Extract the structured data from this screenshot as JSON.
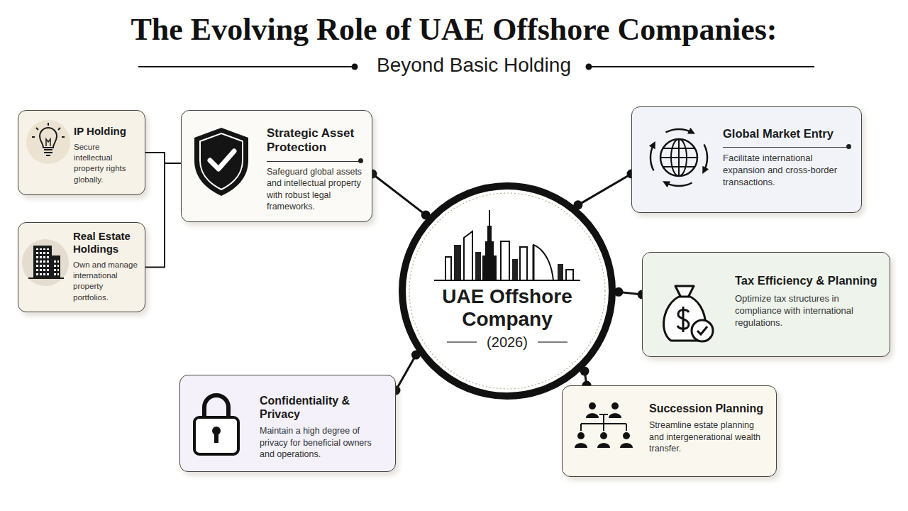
{
  "diagram": {
    "title": "The Evolving Role of UAE Offshore Companies:",
    "nodes": [
      {
        "text": [
          "IP Holding",
          "Secure intellectual property rights globally."
        ]
      },
      {
        "text": [
          "Strategic Asset Protection",
          "Safeguard global assets and intellectual property with robust legal frameworks."
        ]
      },
      {
        "text": [
          "Global Market Entry",
          "Facilitate international expansion and cross-border transactions."
        ]
      },
      {
        "text": [
          "Real Estate Holdings",
          "Own and manage international property portfolios."
        ]
      },
      {
        "text": [
          "UAE Offshore Company",
          "(2026)"
        ]
      },
      {
        "text": [
          "Tax Efficiency & Planning",
          "Optimize tax structures in compliance with international regulations."
        ]
      },
      {
        "text": [
          "Confidentiality & Privacy",
          "Maintain a high degree of privacy for beneficial owners and operations."
        ]
      },
      {
        "text": [
          "Succession Planning",
          "Streamline estate planning and intergenerational wealth transfer."
        ]
      }
    ],
    "edges": [
      {
        "from": 4,
        "to": 1,
        "arrow": "none"
      },
      {
        "from": 4,
        "to": 2,
        "arrow": "none"
      },
      {
        "from": 4,
        "to": 5,
        "arrow": "none"
      },
      {
        "from": 4,
        "to": 6,
        "arrow": "none"
      },
      {
        "from": 4,
        "to": 7,
        "arrow": "none"
      },
      {
        "from": 1,
        "to": 0,
        "arrow": "none"
      },
      {
        "from": 1,
        "to": 3,
        "arrow": "none"
      }
    ],
    "labels": [
      "Beyond Basic Holding"
    ]
  }
}
